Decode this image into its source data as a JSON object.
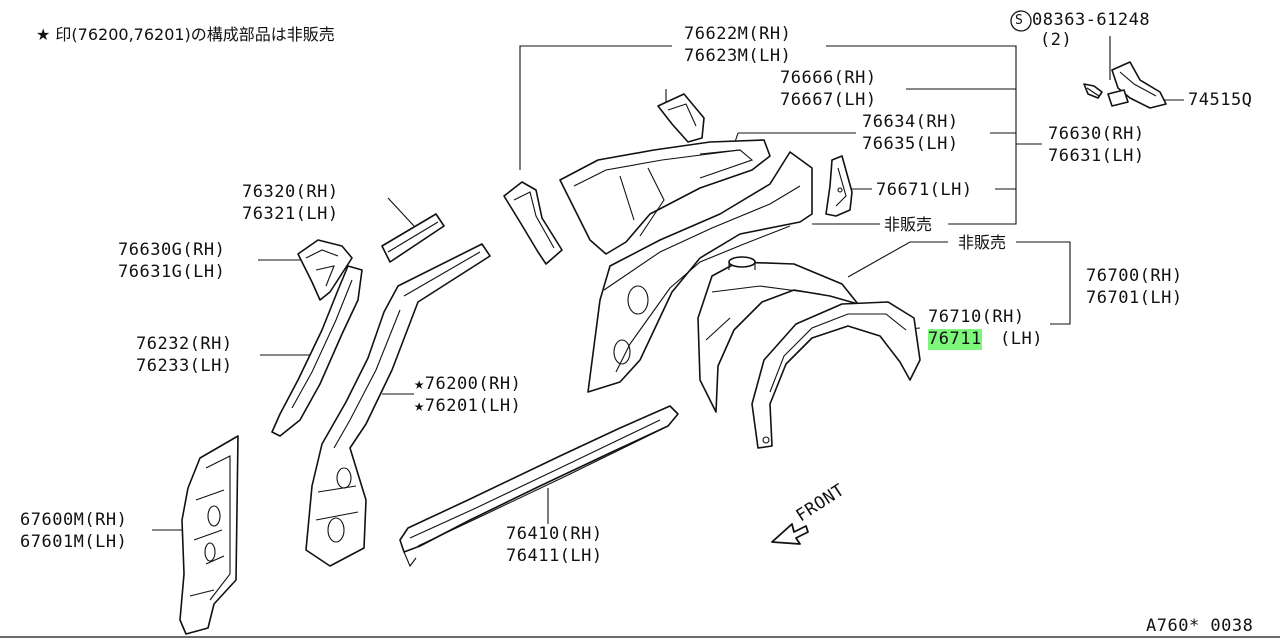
{
  "note": "★ 印(76200,76201)の構成部品は非販売",
  "drawing_code": "A760* 0038",
  "front_label": "FRONT",
  "screw": {
    "symbol": "S",
    "number": "08363-61248",
    "qty": "(2)"
  },
  "labels": {
    "p76622": [
      "76622M(RH)",
      "76623M(LH)"
    ],
    "p76666": [
      "76666(RH)",
      "76667(LH)"
    ],
    "p76634": [
      "76634(RH)",
      "76635(LH)"
    ],
    "p76630": [
      "76630(RH)",
      "76631(LH)"
    ],
    "p76671": "76671(LH)",
    "p74515": "74515Q",
    "hihanbai1": "非販売",
    "hihanbai2": "非販売",
    "p76320": [
      "76320(RH)",
      "76321(LH)"
    ],
    "p76630g": [
      "76630G(RH)",
      "76631G(LH)"
    ],
    "p76232": [
      "76232(RH)",
      "76233(LH)"
    ],
    "p76200": [
      "★76200(RH)",
      "★76201(LH)"
    ],
    "p76700": [
      "76700(RH)",
      "76701(LH)"
    ],
    "p76710": [
      "76710(RH)",
      "76711",
      "(LH)"
    ],
    "p67600": [
      "67600M(RH)",
      "67601M(LH)"
    ],
    "p76410": [
      "76410(RH)",
      "76411(LH)"
    ]
  },
  "highlight_color": "#7CF77C"
}
